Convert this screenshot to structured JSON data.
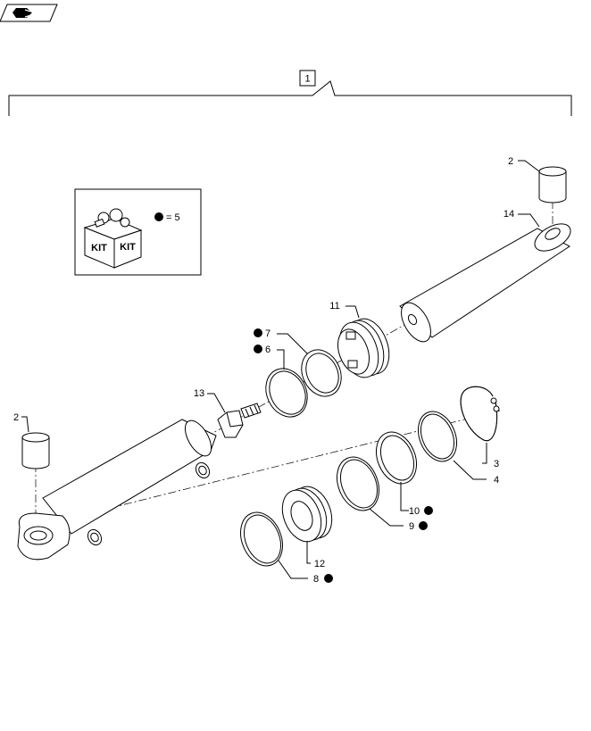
{
  "header": {
    "nav_icon": "page-navigation-icon"
  },
  "assembly_callout": "1",
  "kit": {
    "badge_left": "KIT",
    "badge_right": "KIT",
    "legend_text": "= 5"
  },
  "callouts": {
    "pin_top": "2",
    "pin_left": "2",
    "snap_ring": "3",
    "wire_ring": "4",
    "seal_ring_6": "6",
    "seal_ring_7": "7",
    "seal_ring_8": "8",
    "seal_ring_9": "9",
    "seal_ring_10": "10",
    "piston": "11",
    "gland": "12",
    "bolt": "13",
    "rod": "14"
  },
  "marker_color": "#000000"
}
